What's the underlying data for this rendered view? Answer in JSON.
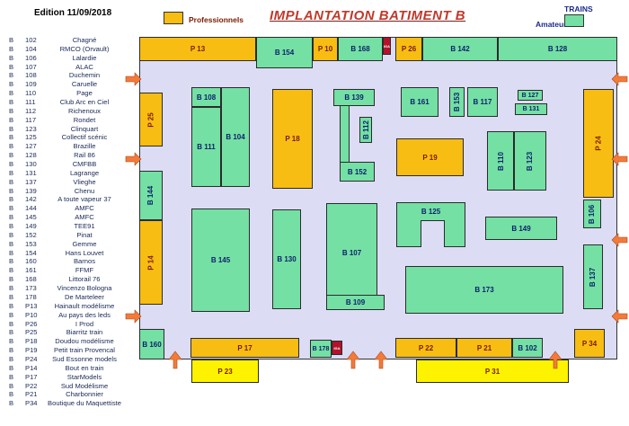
{
  "header": {
    "edition": "Edition 11/09/2018",
    "title": "IMPLANTATION BATIMENT B",
    "legend_pro": "Professionnels",
    "legend_trains": "TRAINS",
    "legend_amateurs": "Amateurs"
  },
  "colors": {
    "amateur": "#74e0a4",
    "pro": "#f8bd12",
    "pro_outside": "#fdf300",
    "hall": "#dcdcf5",
    "arrow": "#f47a3a",
    "title": "#c0392b"
  },
  "exhibitors": [
    {
      "b": "B",
      "id": "102",
      "name": "Chagné"
    },
    {
      "b": "B",
      "id": "104",
      "name": "RMCO (Orvault)"
    },
    {
      "b": "B",
      "id": "106",
      "name": "Lalardie"
    },
    {
      "b": "B",
      "id": "107",
      "name": "ALAC"
    },
    {
      "b": "B",
      "id": "108",
      "name": "Duchemin"
    },
    {
      "b": "B",
      "id": "109",
      "name": "Caruelle"
    },
    {
      "b": "B",
      "id": "110",
      "name": "Page"
    },
    {
      "b": "B",
      "id": "111",
      "name": "Club Arc en Ciel"
    },
    {
      "b": "B",
      "id": "112",
      "name": "Richenoux"
    },
    {
      "b": "B",
      "id": "117",
      "name": "Rondet"
    },
    {
      "b": "B",
      "id": "123",
      "name": "Clinquart"
    },
    {
      "b": "B",
      "id": "125",
      "name": "Collectif scénic"
    },
    {
      "b": "B",
      "id": "127",
      "name": "Brazille"
    },
    {
      "b": "B",
      "id": "128",
      "name": "Rail 86"
    },
    {
      "b": "B",
      "id": "130",
      "name": "CMFBB"
    },
    {
      "b": "B",
      "id": "131",
      "name": "Lagrange"
    },
    {
      "b": "B",
      "id": "137",
      "name": "Vlieghe"
    },
    {
      "b": "B",
      "id": "139",
      "name": "Chenu"
    },
    {
      "b": "B",
      "id": "142",
      "name": "A toute vapeur 37"
    },
    {
      "b": "B",
      "id": "144",
      "name": "AMFC"
    },
    {
      "b": "B",
      "id": "145",
      "name": "AMFC"
    },
    {
      "b": "B",
      "id": "149",
      "name": "TEE91"
    },
    {
      "b": "B",
      "id": "152",
      "name": "Pinat"
    },
    {
      "b": "B",
      "id": "153",
      "name": "Gemme"
    },
    {
      "b": "B",
      "id": "154",
      "name": "Hans Louvet"
    },
    {
      "b": "B",
      "id": "160",
      "name": "Barnos"
    },
    {
      "b": "B",
      "id": "161",
      "name": "FFMF"
    },
    {
      "b": "B",
      "id": "168",
      "name": "Littorail 76"
    },
    {
      "b": "B",
      "id": "173",
      "name": "Vincenzo Bologna"
    },
    {
      "b": "B",
      "id": "178",
      "name": "De Marteleer"
    },
    {
      "b": "B",
      "id": "P13",
      "name": "Hainault modélisme"
    },
    {
      "b": "B",
      "id": "P10",
      "name": "Au pays des leds"
    },
    {
      "b": "B",
      "id": "P26",
      "name": "I Prod"
    },
    {
      "b": "B",
      "id": "P25",
      "name": "Biarritz train"
    },
    {
      "b": "B",
      "id": "P18",
      "name": "Doudou modélisme"
    },
    {
      "b": "B",
      "id": "P19",
      "name": "Petit train Provencal"
    },
    {
      "b": "B",
      "id": "P24",
      "name": "Sud Essonne models"
    },
    {
      "b": "B",
      "id": "P14",
      "name": "Bout en train"
    },
    {
      "b": "B",
      "id": "P17",
      "name": "StarModels"
    },
    {
      "b": "B",
      "id": "P22",
      "name": "Sud Modélisme"
    },
    {
      "b": "B",
      "id": "P21",
      "name": "Charbonnier"
    },
    {
      "b": "B",
      "id": "P34",
      "name": "Boutique du Maquettiste"
    }
  ],
  "booths": {
    "p13": "P 13",
    "b154": "B 154",
    "p10": "P 10",
    "b168": "B 168",
    "p26": "P 26",
    "b142": "B 142",
    "b128": "B 128",
    "p25": "P 25",
    "b108": "B 108",
    "b111": "B 111",
    "b104": "B 104",
    "p18": "P 18",
    "b139": "B 139",
    "b112": "B 112",
    "b152": "B 152",
    "b161": "B 161",
    "b153": "B 153",
    "b117": "B 117",
    "b127": "B 127",
    "b131": "B 131",
    "p19": "P 19",
    "b110": "B 110",
    "b123": "B 123",
    "p24": "P 24",
    "b144": "B 144",
    "b125": "B 125",
    "b106": "B 106",
    "b149": "B 149",
    "p14": "P 14",
    "b145": "B 145",
    "b130": "B 130",
    "b107": "B 107",
    "b173": "B 173",
    "b137": "B 137",
    "b109": "B 109",
    "b160": "B 160",
    "p17": "P 17",
    "b178": "B 178",
    "p22": "P 22",
    "p21": "P 21",
    "b102": "B 102",
    "p34": "P 34",
    "p23": "P 23",
    "p31": "P 31",
    "aux1": "IGA",
    "aux2": "IGA"
  }
}
